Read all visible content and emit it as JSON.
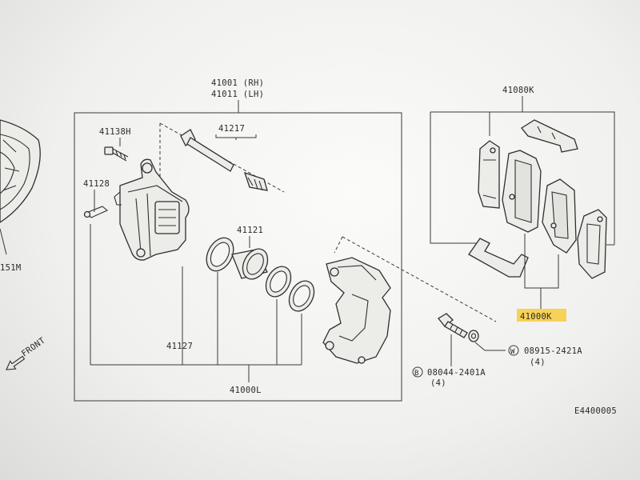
{
  "labels": {
    "caliper_rh": "41001 (RH)",
    "caliper_lh": "41011 (LH)",
    "bolt_41138h": "41138H",
    "pin_41217": "41217",
    "bleeder_41128": "41128",
    "piston_41121": "41121",
    "seal_41127": "41127",
    "kit_41000l": "41000L",
    "pad_kit_41080k": "41080K",
    "pad_set_41000k": "41000K",
    "washer_code": "08915-2421A",
    "washer_qty": "(4)",
    "bolt_code": "08044-2401A",
    "bolt_qty": "(4)",
    "washer_marker": "W",
    "bolt_marker": "B",
    "front": "FRONT",
    "rotor_shield_partial": "151M",
    "figure_code": "E4400005"
  },
  "colors": {
    "highlight": "#f7d257",
    "ink": "#2f2f2f"
  }
}
